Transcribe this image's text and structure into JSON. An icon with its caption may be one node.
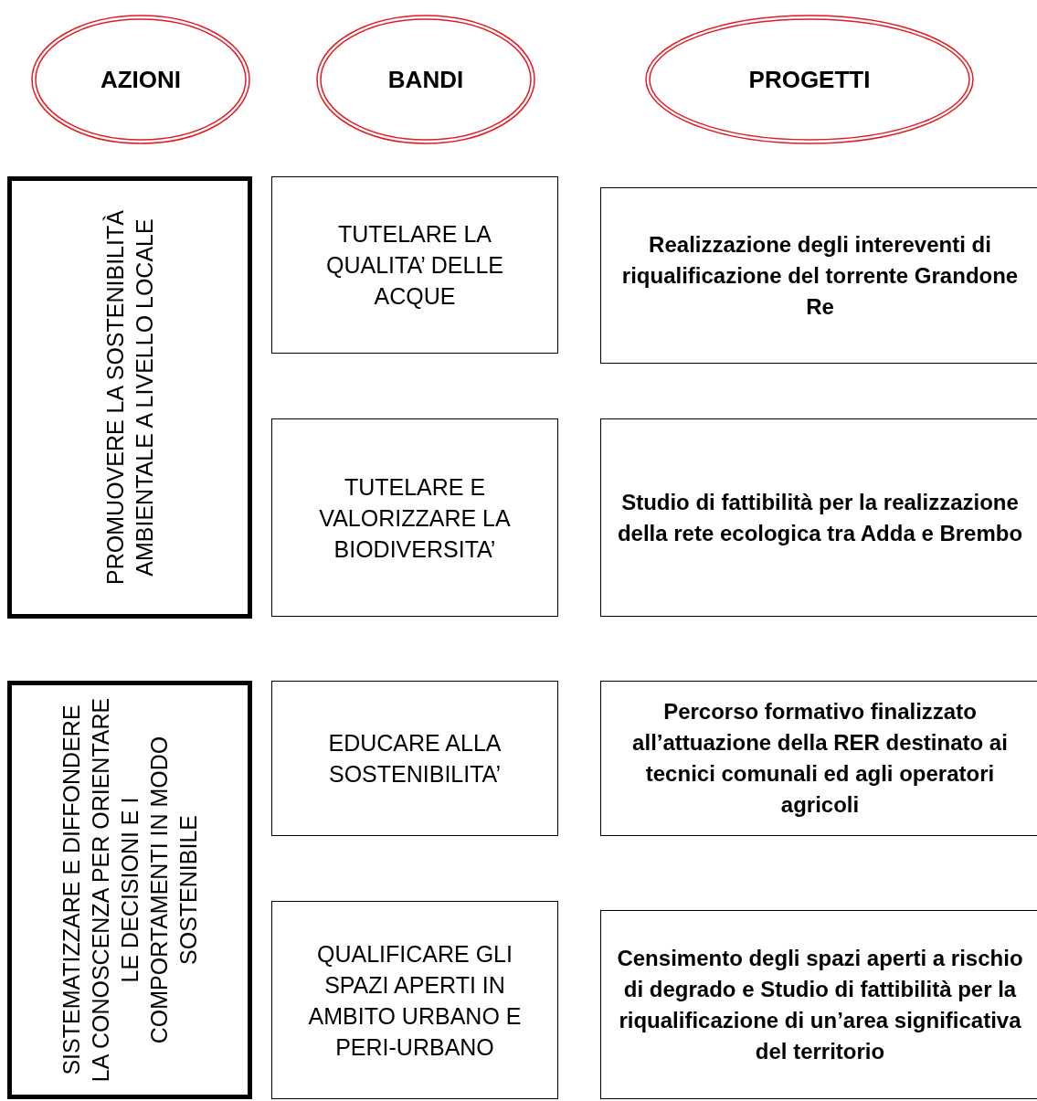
{
  "diagram": {
    "nodes": [
      {
        "text": [
          "AZIONI"
        ]
      },
      {
        "text": [
          "BANDI"
        ]
      },
      {
        "text": [
          "PROGETTI"
        ]
      },
      {
        "text": [
          "PROMUOVERE LA SOSTENIBILITÀ AMBIENTALE A LIVELLO LOCALE"
        ]
      },
      {
        "text": [
          "SISTEMATIZZARE E DIFFONDERE LA CONOSCENZA PER ORIENTARE LE DECISIONI E I COMPORTAMENTI IN MODO SOSTENIBILE"
        ]
      },
      {
        "text": [
          "TUTELARE LA QUALITA’ DELLE ACQUE"
        ]
      },
      {
        "text": [
          "TUTELARE E VALORIZZARE LA BIODIVERSITA’"
        ]
      },
      {
        "text": [
          "EDUCARE ALLA SOSTENIBILITA’"
        ]
      },
      {
        "text": [
          "QUALIFICARE GLI SPAZI APERTI IN AMBITO URBANO E PERI-URBANO"
        ]
      },
      {
        "text": [
          "Realizzazione degli intereventi di riqualificazione del torrente Grandone Re"
        ]
      },
      {
        "text": [
          "Studio di fattibilità per la realizzazione della rete ecologica tra Adda e Brembo"
        ]
      },
      {
        "text": [
          "Percorso formativo finalizzato all’attuazione della RER destinato ai tecnici comunali ed agli operatori agricoli"
        ]
      },
      {
        "text": [
          "Censimento degli spazi aperti a rischio di degrado e Studio di fattibilità per la riqualificazione di un’area significativa del territorio"
        ]
      }
    ]
  }
}
